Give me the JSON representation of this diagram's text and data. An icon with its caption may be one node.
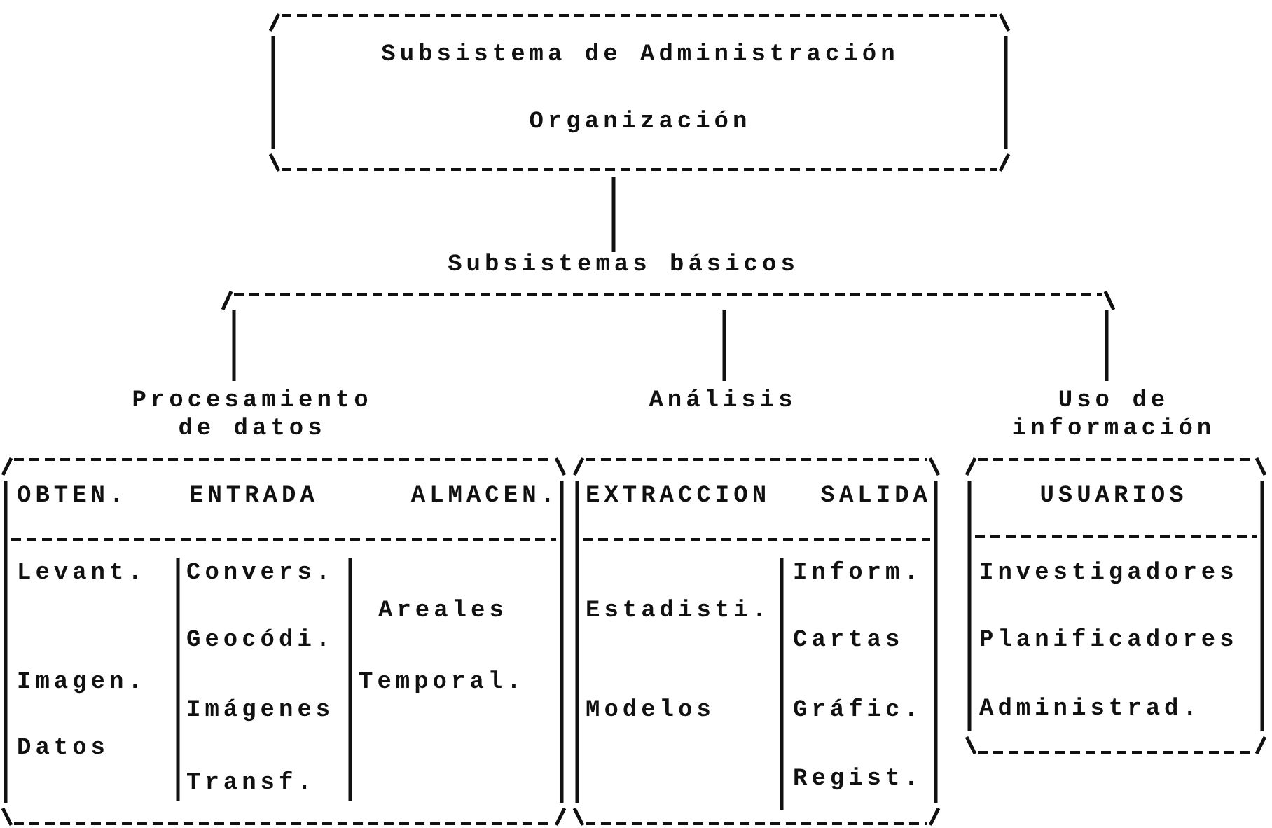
{
  "diagram": {
    "nodes": [
      {
        "text": [
          "Subsistema de Administración",
          "Organización"
        ]
      },
      {
        "text": [
          "Subsistemas básicos"
        ]
      },
      {
        "text": [],
        "shape": "bar"
      },
      {
        "text": [
          "Procesamiento de datos",
          "OBTEN.",
          "ENTRADA",
          "ALMACEN.",
          "Levant.",
          "Imagen.",
          "Datos",
          "Convers.",
          "Geocódi.",
          "Imágenes",
          "Transf.",
          "Areales",
          "Temporal."
        ]
      },
      {
        "text": [
          "Análisis",
          "EXTRACCION",
          "SALIDA",
          "Estadisti.",
          "Modelos",
          "Inform.",
          "Cartas",
          "Gráfic.",
          "Regist."
        ]
      },
      {
        "text": [
          "Uso de información",
          "USUARIOS",
          "Investigadores",
          "Planificadores",
          "Administrad."
        ]
      }
    ],
    "edges": [
      {
        "from": 0,
        "to": 1,
        "arrow": "none"
      },
      {
        "from": 2,
        "to": 3,
        "arrow": "none"
      },
      {
        "from": 2,
        "to": 4,
        "arrow": "none"
      },
      {
        "from": 2,
        "to": 5,
        "arrow": "none"
      }
    ]
  }
}
